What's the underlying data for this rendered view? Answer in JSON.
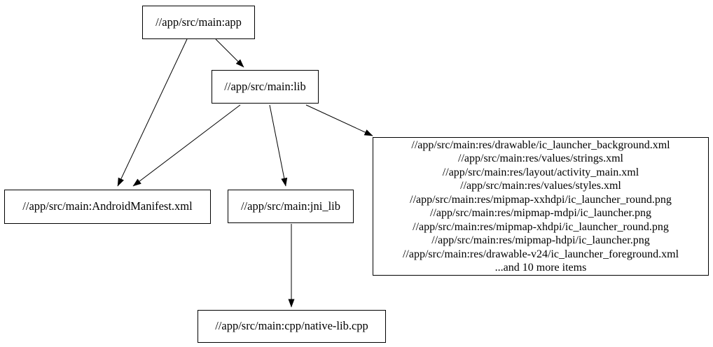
{
  "diagram": {
    "type": "dependency-graph",
    "background_color": "#ffffff",
    "node_border_color": "#000000",
    "text_color": "#000000",
    "nodes": {
      "app": {
        "label": "//app/src/main:app"
      },
      "lib": {
        "label": "//app/src/main:lib"
      },
      "android_manifest": {
        "label": "//app/src/main:AndroidManifest.xml"
      },
      "jni_lib": {
        "label": "//app/src/main:jni_lib"
      },
      "resources": {
        "lines": [
          "//app/src/main:res/drawable/ic_launcher_background.xml",
          "//app/src/main:res/values/strings.xml",
          "//app/src/main:res/layout/activity_main.xml",
          "//app/src/main:res/values/styles.xml",
          "//app/src/main:res/mipmap-xxhdpi/ic_launcher_round.png",
          "//app/src/main:res/mipmap-mdpi/ic_launcher.png",
          "//app/src/main:res/mipmap-xhdpi/ic_launcher_round.png",
          "//app/src/main:res/mipmap-hdpi/ic_launcher.png",
          "//app/src/main:res/drawable-v24/ic_launcher_foreground.xml",
          "...and 10 more items"
        ]
      },
      "native_lib_cpp": {
        "label": "//app/src/main:cpp/native-lib.cpp"
      }
    },
    "edges": [
      {
        "from": "app",
        "to": "lib"
      },
      {
        "from": "app",
        "to": "android_manifest"
      },
      {
        "from": "lib",
        "to": "android_manifest"
      },
      {
        "from": "lib",
        "to": "jni_lib"
      },
      {
        "from": "lib",
        "to": "resources"
      },
      {
        "from": "jni_lib",
        "to": "native_lib_cpp"
      }
    ]
  }
}
